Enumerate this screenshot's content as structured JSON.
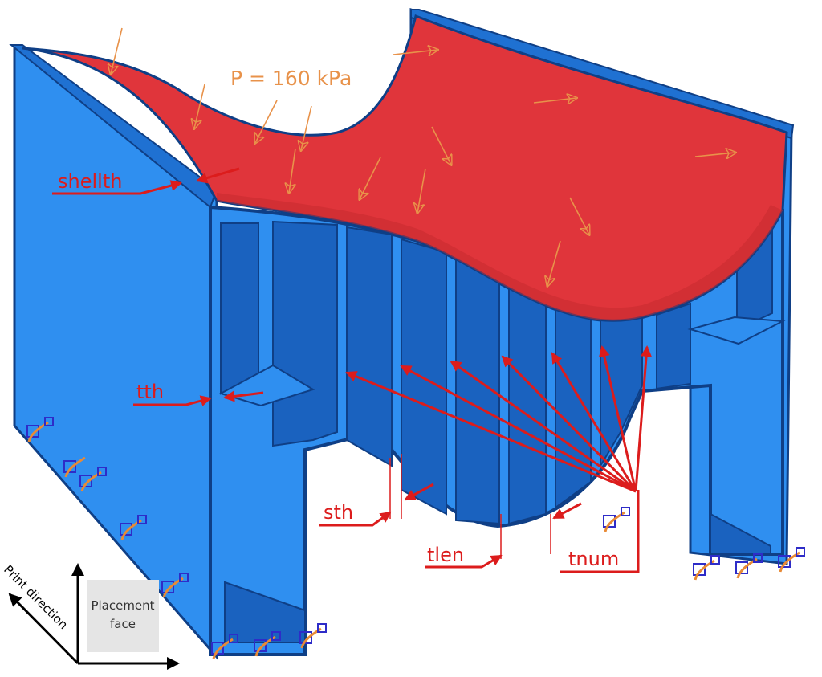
{
  "colors": {
    "blue": "#2f8ff0",
    "blue_dark": "#1a62bf",
    "edge": "#0f3f86",
    "red": "#e0353b",
    "arrow": "#dc1c1c",
    "load": "#e8924a",
    "bc_blue": "#2e2cc8",
    "bc_orange": "#e88a36",
    "face_gray": "#e5e5e5"
  },
  "labels": {
    "pressure": "P = 160 kPa",
    "shellth": "shellth",
    "tth": "tth",
    "sth": "sth",
    "tlen": "tlen",
    "tnum": "tnum",
    "print_direction": "Print direction",
    "placement_line1": "Placement",
    "placement_line2": "face"
  }
}
